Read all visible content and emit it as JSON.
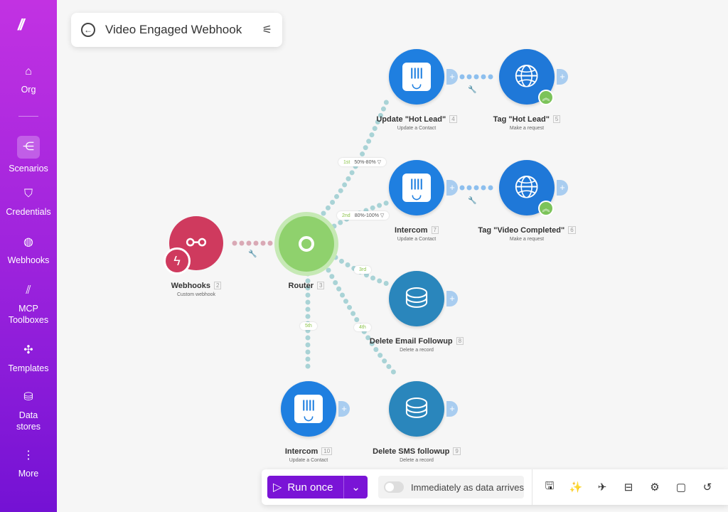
{
  "sidebar": {
    "logo": "m",
    "items": [
      {
        "label": "Org",
        "icon": "home-icon"
      },
      {
        "label": "Scenarios",
        "icon": "share-icon",
        "active": true
      },
      {
        "label": "Credentials",
        "icon": "shield-icon"
      },
      {
        "label": "Webhooks",
        "icon": "globe-icon"
      },
      {
        "label": "MCP Toolboxes",
        "icon": "mcp-icon"
      },
      {
        "label": "Templates",
        "icon": "puzzle-icon"
      },
      {
        "label": "Data stores",
        "icon": "database-icon"
      },
      {
        "label": "More",
        "icon": "more-icon"
      }
    ]
  },
  "header": {
    "title": "Video Engaged Webhook"
  },
  "nodes": {
    "webhooks": {
      "name": "Webhooks",
      "num": "2",
      "sub": "Custom webhook",
      "color": "#cf3a5e"
    },
    "router": {
      "name": "Router",
      "num": "3",
      "color": "#8fd16d"
    },
    "update_hot_lead": {
      "name": "Update \"Hot Lead\"",
      "num": "4",
      "sub": "Update a Contact",
      "color": "#1f7fe0"
    },
    "tag_hot_lead": {
      "name": "Tag \"Hot Lead\"",
      "num": "5",
      "sub": "Make a request",
      "color": "#1f78d8"
    },
    "intercom7": {
      "name": "Intercom",
      "num": "7",
      "sub": "Update a Contact",
      "color": "#1f7fe0"
    },
    "tag_video": {
      "name": "Tag \"Video Completed\"",
      "num": "6",
      "sub": "Make a request",
      "color": "#1f78d8"
    },
    "delete_email": {
      "name": "Delete Email Followup",
      "num": "8",
      "sub": "Delete a record",
      "color": "#2a86bc"
    },
    "intercom10": {
      "name": "Intercom",
      "num": "10",
      "sub": "Update a Contact",
      "color": "#1f7fe0"
    },
    "delete_sms": {
      "name": "Delete SMS followup",
      "num": "9",
      "sub": "Delete a record",
      "color": "#2a86bc"
    }
  },
  "filters": [
    {
      "order": "1st",
      "label": "50%-80%"
    },
    {
      "order": "2nd",
      "label": "80%-100%"
    },
    {
      "order": "3rd",
      "label": ""
    },
    {
      "order": "4th",
      "label": ""
    },
    {
      "order": "5th",
      "label": ""
    }
  ],
  "bottombar": {
    "run_label": "Run once",
    "schedule_label": "Immediately as data arrives",
    "schedule_on": false,
    "tools": [
      "save-icon",
      "magic-wand-icon",
      "airplane-icon",
      "align-icon",
      "gear-icon",
      "note-icon",
      "undo-icon"
    ]
  }
}
